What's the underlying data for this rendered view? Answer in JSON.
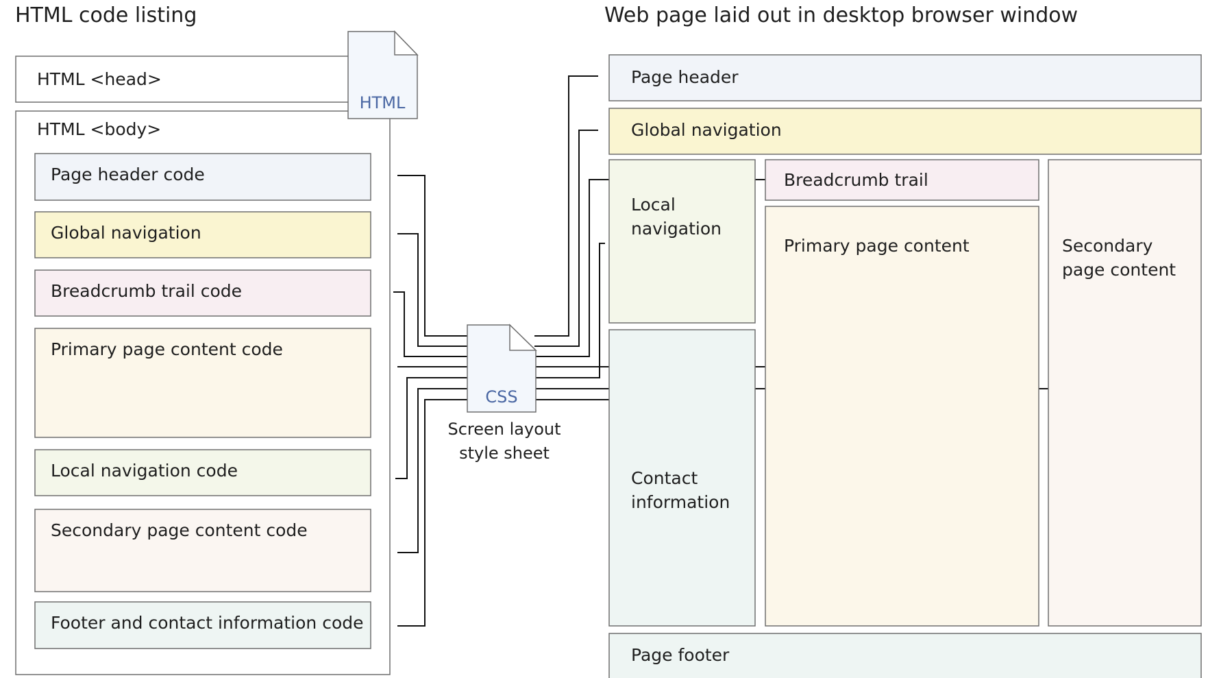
{
  "titles": {
    "left": "HTML code listing",
    "right": "Web page laid out in desktop browser window"
  },
  "html_listing": {
    "head_label": "HTML <head>",
    "body_label": "HTML <body>",
    "file_icon_label": "HTML",
    "sections": {
      "page_header": "Page header code",
      "global_navigation": "Global navigation",
      "breadcrumb": "Breadcrumb trail code",
      "primary_content": "Primary page content code",
      "local_navigation": "Local navigation code",
      "secondary_content": "Secondary page content code",
      "footer": "Footer and contact information code"
    }
  },
  "stylesheet": {
    "icon_label": "CSS",
    "caption_line1": "Screen layout",
    "caption_line2": "style sheet"
  },
  "page_layout": {
    "page_header": "Page header",
    "global_navigation": "Global navigation",
    "local_navigation_line1": "Local",
    "local_navigation_line2": "navigation",
    "breadcrumb": "Breadcrumb trail",
    "primary_content": "Primary page content",
    "secondary_content_line1": "Secondary",
    "secondary_content_line2": "page content",
    "contact_line1": "Contact",
    "contact_line2": "information",
    "page_footer": "Page footer"
  },
  "colors": {
    "header": "#f1f4f9",
    "global_nav": "#faf5d1",
    "breadcrumb": "#f8eef2",
    "primary": "#fcf7ea",
    "local_nav": "#f4f7ea",
    "secondary": "#fbf6f2",
    "contact_footer": "#eef5f3"
  }
}
